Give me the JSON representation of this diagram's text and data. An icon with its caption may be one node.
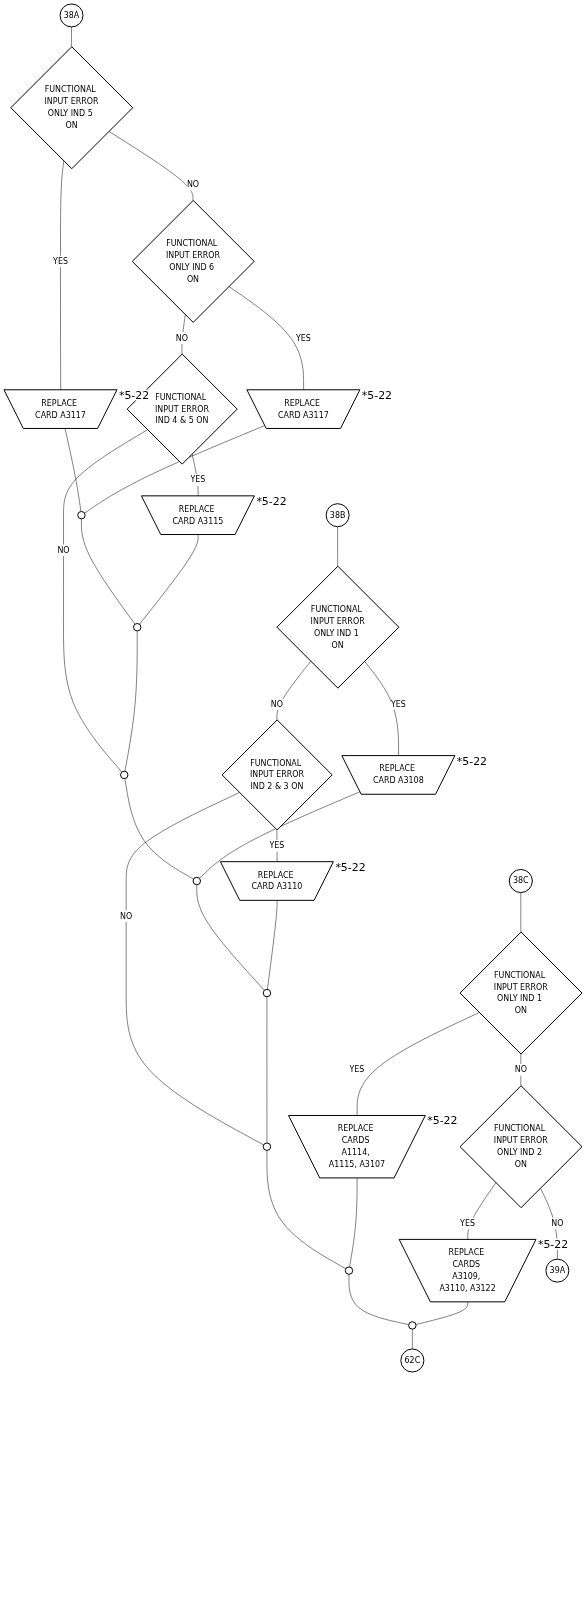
{
  "diagram": {
    "nodes": [
      {
        "text": [
          "38A"
        ]
      },
      {
        "text": [
          "FUNCTIONAL INPUT ERROR",
          "ONLY IND 5 ON"
        ]
      },
      {
        "text": [
          "REPLACE CARD A3117"
        ],
        "beside": [
          "*5-22"
        ]
      },
      {
        "text": [
          "FUNCTIONAL INPUT ERROR",
          "ONLY IND 6 ON"
        ]
      },
      {
        "text": [
          "REPLACE CARD A3117"
        ],
        "beside": [
          "*5-22"
        ]
      },
      {
        "text": [],
        "shape": "circle"
      },
      {
        "text": [
          "FUNCTIONAL INPUT ERROR",
          "IND 4 & 5 ON"
        ]
      },
      {
        "text": [
          "REPLACE CARD A3115"
        ],
        "beside": [
          "*5-22"
        ]
      },
      {
        "text": [],
        "shape": "circle"
      },
      {
        "text": [],
        "shape": "circle"
      },
      {
        "text": [
          "38B"
        ]
      },
      {
        "text": [
          "FUNCTIONAL INPUT ERROR",
          "ONLY IND 1 ON"
        ]
      },
      {
        "text": [
          "REPLACE CARD A3108"
        ],
        "beside": [
          "*5-22"
        ]
      },
      {
        "text": [],
        "shape": "circle"
      },
      {
        "text": [
          "FUNCTIONAL INPUT ERROR",
          "IND 2 & 3 ON"
        ]
      },
      {
        "text": [
          "REPLACE CARD A3110"
        ],
        "beside": [
          "*5-22"
        ]
      },
      {
        "text": [],
        "shape": "circle"
      },
      {
        "text": [],
        "shape": "circle"
      },
      {
        "text": [
          "38C"
        ]
      },
      {
        "text": [
          "FUNCTIONAL INPUT ERROR",
          "ONLY IND 1 ON"
        ]
      },
      {
        "text": [
          "REPLACE CARDS A1114, A1115, A3107"
        ],
        "beside": [
          "*5-22"
        ]
      },
      {
        "text": [],
        "shape": "circle"
      },
      {
        "text": [
          "FUNCTIONAL INPUT ERROR",
          "ONLY IND 2 ON"
        ]
      },
      {
        "text": [
          "REPLACE CARDS A3109, A3110, A3122"
        ],
        "beside": [
          "*5-22"
        ]
      },
      {
        "text": [],
        "shape": "circle"
      },
      {
        "text": [
          "39A"
        ]
      },
      {
        "text": [
          "62C"
        ]
      }
    ],
    "edges": [
      {
        "from": 0,
        "to": 1,
        "arrow": "none"
      },
      {
        "from": 1,
        "to": 3,
        "arrow": "none",
        "label": "NO"
      },
      {
        "from": 1,
        "to": 2,
        "arrow": "none",
        "label": "YES"
      },
      {
        "from": 3,
        "to": 6,
        "arrow": "none",
        "label": "NO"
      },
      {
        "from": 3,
        "to": 4,
        "arrow": "none",
        "label": "YES"
      },
      {
        "from": 6,
        "to": 9,
        "arrow": "none",
        "label": "NO"
      },
      {
        "from": 6,
        "to": 7,
        "arrow": "none",
        "label": "YES"
      },
      {
        "from": 2,
        "to": 5,
        "arrow": "none"
      },
      {
        "from": 4,
        "to": 5,
        "arrow": "none"
      },
      {
        "from": 5,
        "to": 8,
        "arrow": "none"
      },
      {
        "from": 7,
        "to": 8,
        "arrow": "none"
      },
      {
        "from": 8,
        "to": 9,
        "arrow": "none"
      },
      {
        "from": 10,
        "to": 11,
        "arrow": "none"
      },
      {
        "from": 11,
        "to": 14,
        "arrow": "none",
        "label": "NO"
      },
      {
        "from": 11,
        "to": 12,
        "arrow": "none",
        "label": "YES"
      },
      {
        "from": 14,
        "to": 17,
        "arrow": "none",
        "label": "NO"
      },
      {
        "from": 14,
        "to": 15,
        "arrow": "none",
        "label": "YES"
      },
      {
        "from": 9,
        "to": 13,
        "arrow": "none"
      },
      {
        "from": 12,
        "to": 13,
        "arrow": "none"
      },
      {
        "from": 13,
        "to": 16,
        "arrow": "none"
      },
      {
        "from": 15,
        "to": 16,
        "arrow": "none"
      },
      {
        "from": 16,
        "to": 17,
        "arrow": "none"
      },
      {
        "from": 18,
        "to": 19,
        "arrow": "none"
      },
      {
        "from": 19,
        "to": 22,
        "arrow": "none",
        "label": "NO"
      },
      {
        "from": 19,
        "to": 20,
        "arrow": "none",
        "label": "YES"
      },
      {
        "from": 22,
        "to": 25,
        "arrow": "none",
        "label": "NO"
      },
      {
        "from": 22,
        "to": 23,
        "arrow": "none",
        "label": "YES"
      },
      {
        "from": 17,
        "to": 21,
        "arrow": "none"
      },
      {
        "from": 20,
        "to": 21,
        "arrow": "none"
      },
      {
        "from": 21,
        "to": 24,
        "arrow": "none"
      },
      {
        "from": 23,
        "to": 24,
        "arrow": "none"
      },
      {
        "from": 24,
        "to": 26,
        "arrow": "none"
      }
    ]
  }
}
